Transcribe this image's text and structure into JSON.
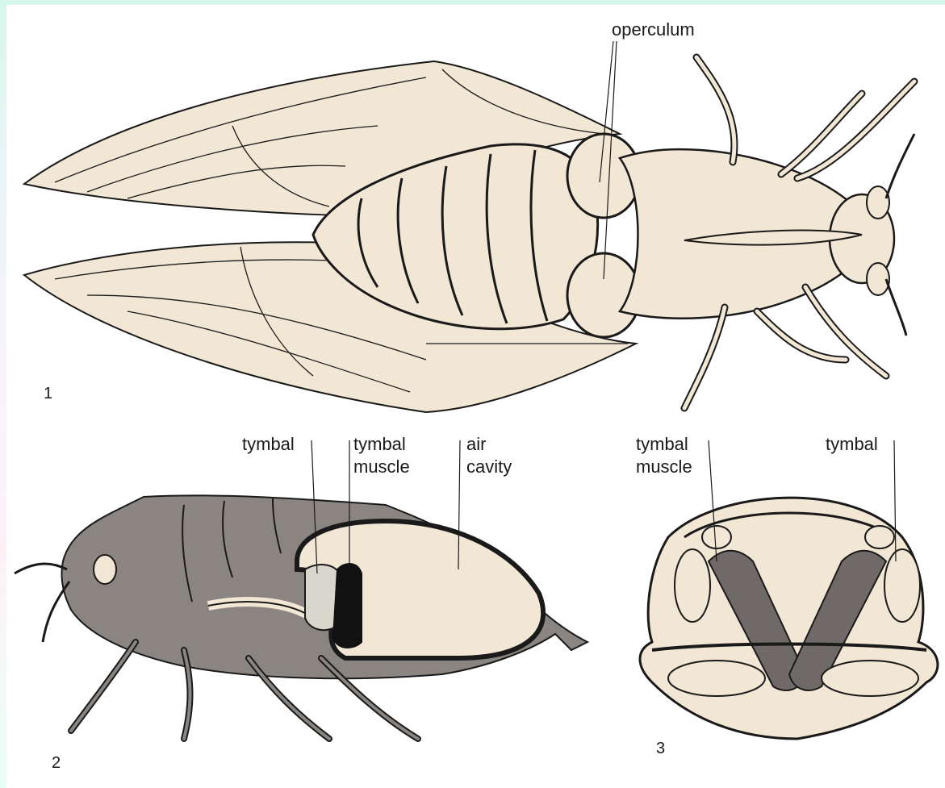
{
  "figure1": {
    "number": "1",
    "labels": {
      "operculum": "operculum"
    }
  },
  "figure2": {
    "number": "2",
    "labels": {
      "tymbal": "tymbal",
      "tymbal_muscle_line1": "tymbal",
      "tymbal_muscle_line2": "muscle",
      "air_cavity_line1": "air",
      "air_cavity_line2": "cavity"
    }
  },
  "figure3": {
    "number": "3",
    "labels": {
      "tymbal_muscle_line1": "tymbal",
      "tymbal_muscle_line2": "muscle",
      "tymbal": "tymbal"
    }
  },
  "colors": {
    "paper": "#f2e6d4",
    "ink": "#1a1a1a",
    "body_gray": "#8a8580",
    "muscle_gray": "#6f6a68",
    "muscle_dark": "#111111"
  }
}
